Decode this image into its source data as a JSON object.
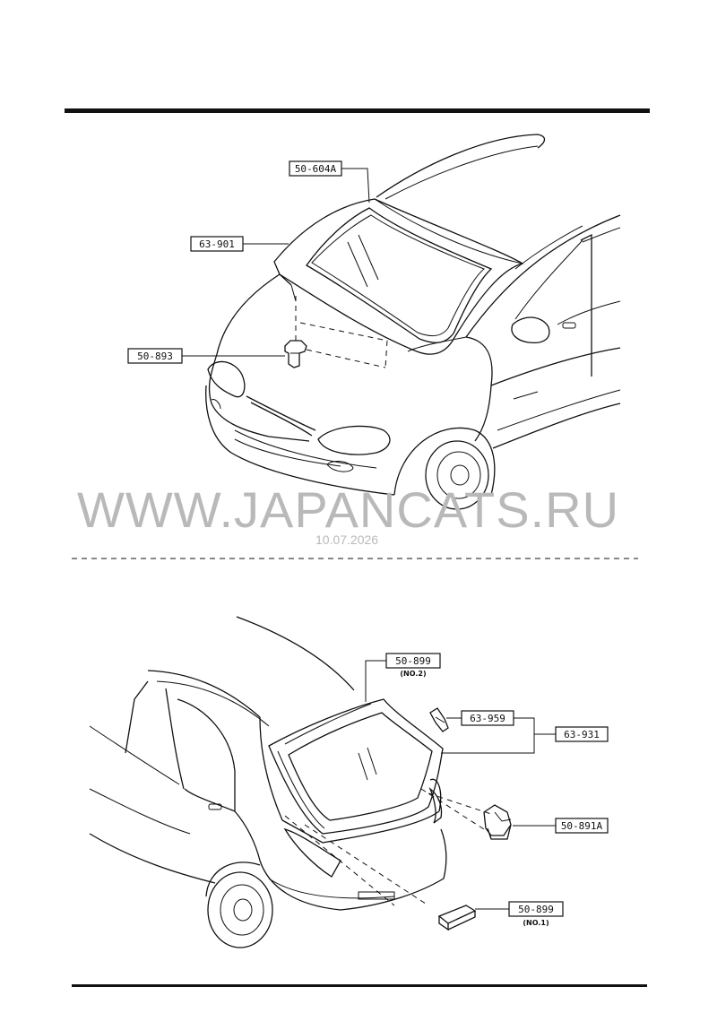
{
  "watermark": {
    "text": "WWW.JAPANCATS.RU",
    "date": "10.07.2026"
  },
  "top_diagram": {
    "callouts": [
      {
        "id": "50-604A",
        "label": "50-604A",
        "sub": ""
      },
      {
        "id": "63-901",
        "label": "63-901",
        "sub": ""
      },
      {
        "id": "50-893",
        "label": "50-893",
        "sub": ""
      }
    ]
  },
  "bottom_diagram": {
    "callouts": [
      {
        "id": "50-899-no2",
        "label": "50-899",
        "sub": "(NO.2)"
      },
      {
        "id": "63-959",
        "label": "63-959",
        "sub": ""
      },
      {
        "id": "63-931",
        "label": "63-931",
        "sub": ""
      },
      {
        "id": "50-891A",
        "label": "50-891A",
        "sub": ""
      },
      {
        "id": "50-899-no1",
        "label": "50-899",
        "sub": "(NO.1)"
      }
    ]
  }
}
